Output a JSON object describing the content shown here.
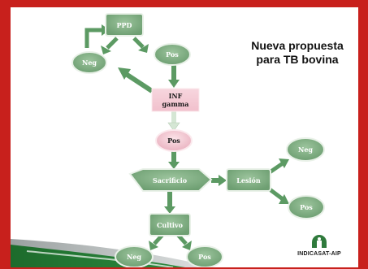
{
  "title": {
    "line1": "Nueva propuesta",
    "line2": "para TB bovina"
  },
  "nodes": {
    "ppd": "PPD",
    "neg_top": "Neg",
    "pos_top": "Pos",
    "inf_line1": "INF",
    "inf_line2": "gamma",
    "pos_mid": "Pos",
    "sacrificio": "Sacrificio",
    "lesion": "Lesión",
    "neg_right": "Neg",
    "pos_right": "Pos",
    "cultivo": "Cultivo",
    "neg_bottom": "Neg",
    "pos_bottom": "Pos"
  },
  "logo": {
    "text": "INDICASAT-AIP"
  },
  "colors": {
    "frame": "#c8201c",
    "node_green": "#7fae82",
    "node_border": "#e9f1e8",
    "arrow_green": "#5c9a63",
    "inf_box": "#f3c7d1",
    "pos_pink": "#f2c1cc",
    "logo_green": "#2f7a3c"
  }
}
